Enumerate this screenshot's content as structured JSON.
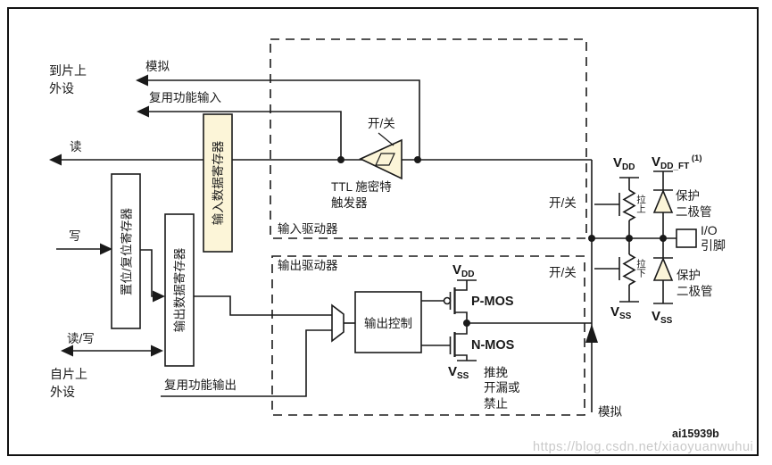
{
  "figure": {
    "id": "ai15939b",
    "watermark": "https://blog.csdn.net/xiaoyuanwuhui"
  },
  "left_signals": {
    "to_onchip_peripheral": "到片上\n外设",
    "analog": "模拟",
    "alt_func_input": "复用功能输入",
    "read": "读",
    "write": "写",
    "read_write": "读/写",
    "from_onchip_peripheral": "自片上\n外设",
    "alt_func_output": "复用功能输出"
  },
  "registers": {
    "input_data": "输入数据寄存器",
    "bit_set_reset": "置位/复位寄存器",
    "output_data": "输出数据寄存器"
  },
  "input_driver": {
    "title": "输入驱动器",
    "on_off": "开/关",
    "schmitt_line1": "TTL 施密特",
    "schmitt_line2": "触发器"
  },
  "output_driver": {
    "title": "输出驱动器",
    "output_control": "输出控制",
    "pmos": "P-MOS",
    "nmos": "N-MOS",
    "mode_note": "推挽\n开漏或\n禁止"
  },
  "io_stage": {
    "on_off_pullup": "开/关",
    "on_off_pulldown": "开/关",
    "pull_up": "拉上",
    "pull_down": "拉下",
    "protection_diode_top": "保护\n二极管",
    "protection_diode_bottom": "保护\n二极管",
    "io_pin": "I/O\n引脚",
    "analog": "模拟"
  },
  "voltages": {
    "v": "V",
    "dd": "DD",
    "ss": "SS",
    "dd_ft": "DD_FT",
    "dd_ft_note": "(1)"
  },
  "colors": {
    "line": "#1a1a1a",
    "component_fill": "#fcf5d8",
    "watermark": "#c9c9c9",
    "background": "#ffffff"
  }
}
